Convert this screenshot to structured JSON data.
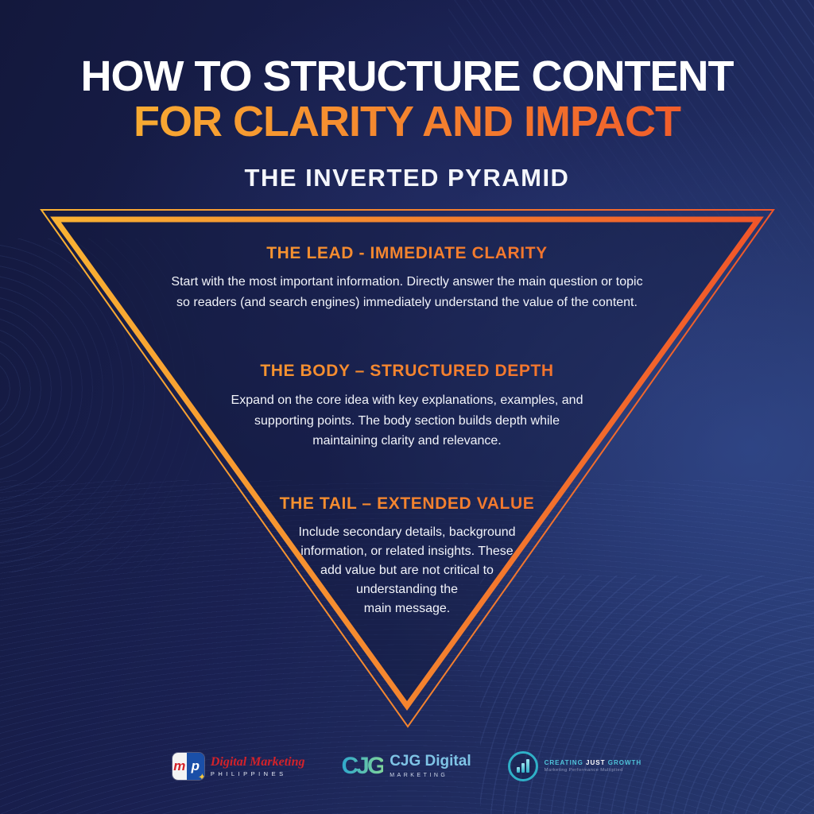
{
  "header": {
    "title_line1": "HOW TO STRUCTURE CONTENT",
    "title_line2": "FOR CLARITY AND IMPACT",
    "subtitle": "THE INVERTED PYRAMID"
  },
  "pyramid": {
    "sections": [
      {
        "heading": "THE LEAD - IMMEDIATE CLARITY",
        "body": "Start with the most important information. Directly answer the main question or topic\nso readers (and search engines) immediately understand the value of the content."
      },
      {
        "heading": "THE BODY – STRUCTURED DEPTH",
        "body": "Expand on the core idea with key explanations, examples, and\nsupporting points. The body section builds depth while\nmaintaining clarity and relevance."
      },
      {
        "heading": "THE TAIL – EXTENDED VALUE",
        "body": "Include secondary details, background\ninformation, or related insights. These\nadd value but are not critical to\nunderstanding the\nmain message."
      }
    ]
  },
  "footer": {
    "dmp": {
      "initial_m": "m",
      "initial_p": "p",
      "star": "✦",
      "brand": "Digital Marketing",
      "country": "PHILIPPINES"
    },
    "cjg": {
      "monogram": "CJG",
      "brand": "CJG Digital",
      "division": "MARKETING"
    },
    "growth": {
      "word1": "CREATING",
      "word2": "JUST",
      "word3": "GROWTH",
      "tagline": "Marketing Performance Multiplied"
    }
  },
  "colors": {
    "background_navy": "#1a2152",
    "accent_gold": "#f9b233",
    "accent_orange": "#f0562a",
    "text_white": "#f2f4fa",
    "dmp_red": "#d3222a",
    "dmp_blue": "#1a4fa8",
    "cjg_teal": "#2fa8cc",
    "cjg_green": "#7fd49a",
    "growth_teal": "#2fb0c7"
  }
}
